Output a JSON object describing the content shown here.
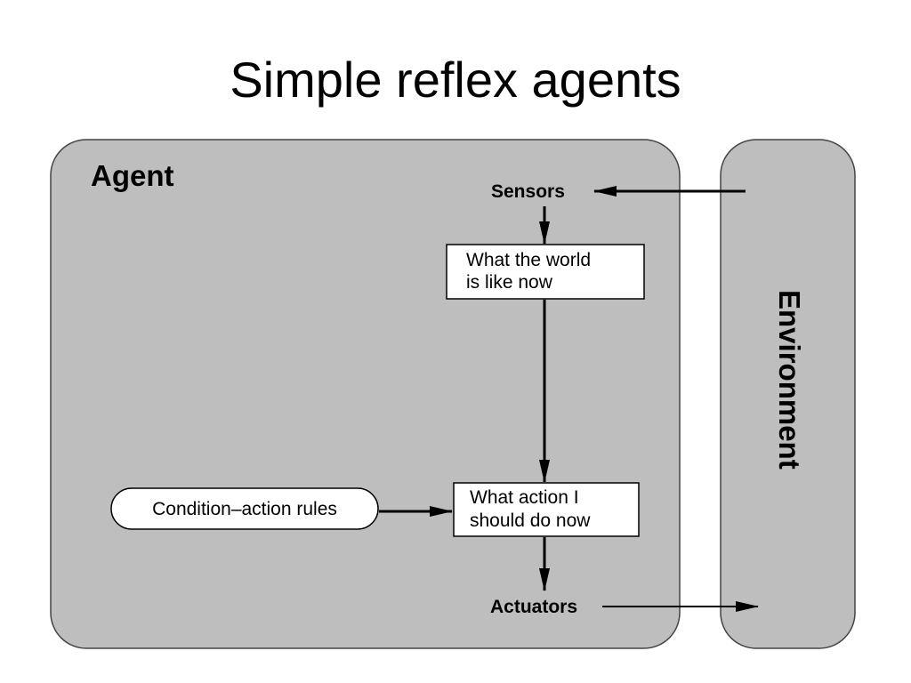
{
  "title": "Simple reflex agents",
  "agent": {
    "label": "Agent"
  },
  "environment": {
    "label": "Environment"
  },
  "nodes": {
    "sensors": "Sensors",
    "world_state": {
      "line1": "What the world",
      "line2": "is like now"
    },
    "action": {
      "line1": "What action I",
      "line2": "should do now"
    },
    "rules": "Condition–action rules",
    "actuators": "Actuators"
  },
  "colors": {
    "panel_fill": "#bebebe",
    "panel_stroke": "#444444",
    "box_fill": "#ffffff",
    "line": "#000000"
  }
}
